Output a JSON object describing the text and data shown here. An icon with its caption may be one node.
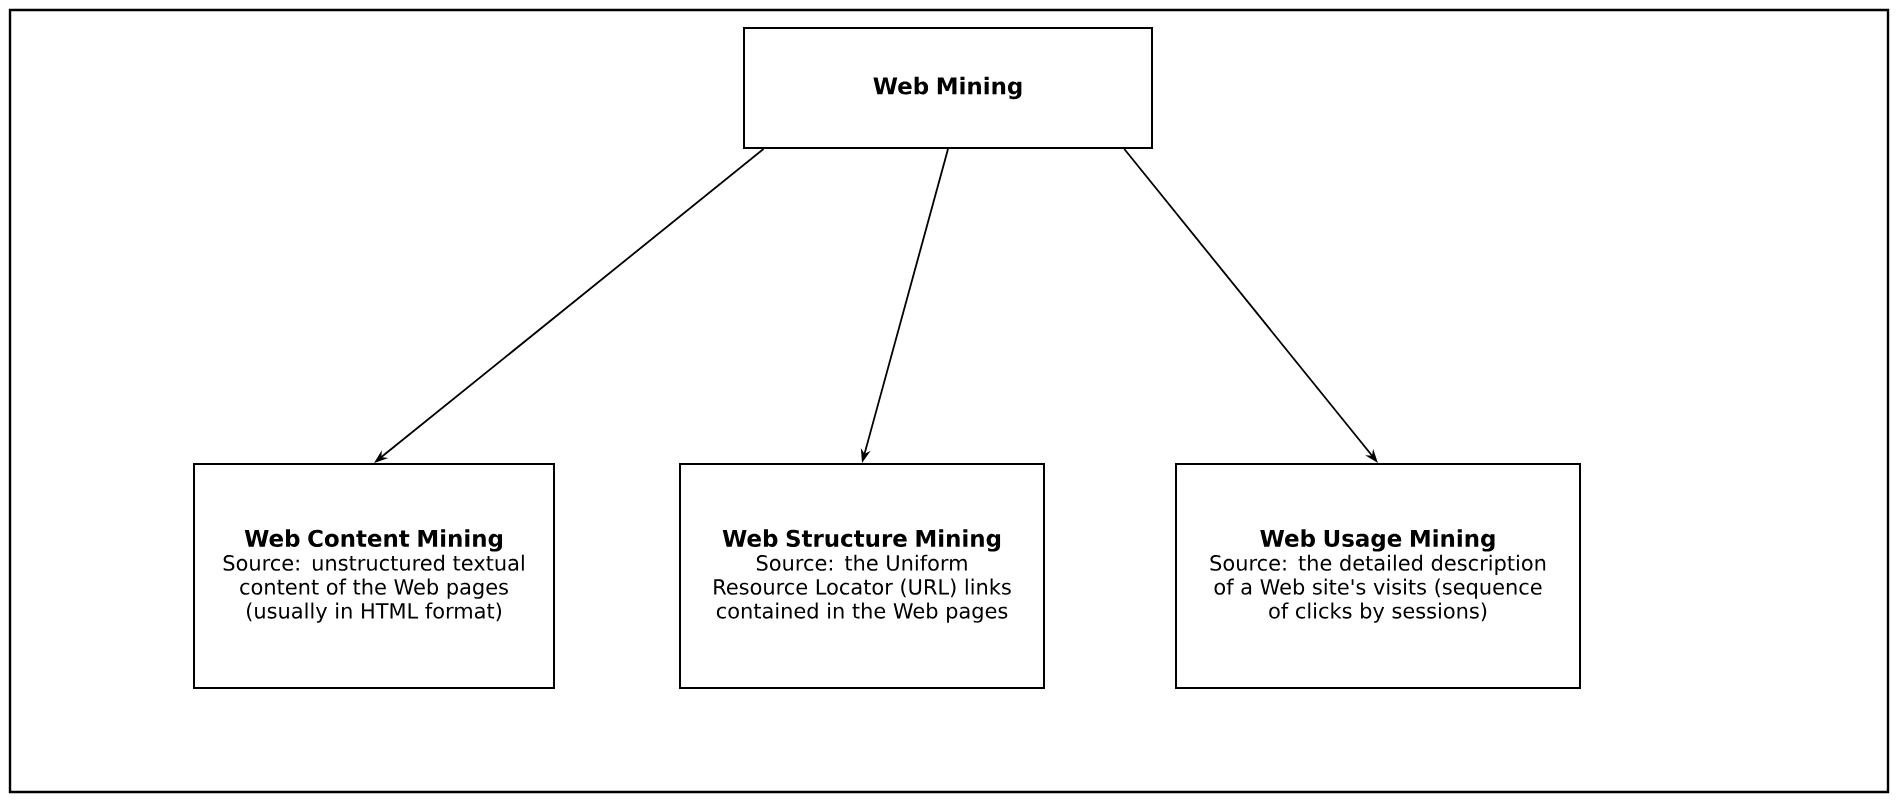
{
  "diagram": {
    "nodes": [
      {
        "text": [
          "Web Mining"
        ]
      },
      {
        "text": [
          "Web Content Mining",
          "Source: unstructured textual content of the Web pages (usually in HTML format)"
        ]
      },
      {
        "text": [
          "Web Structure Mining",
          "Source: the Uniform Resource Locator (URL) links contained in the Web pages"
        ]
      },
      {
        "text": [
          "Web Usage Mining",
          "Source: the detailed description of a Web site's visits (sequence of clicks by sessions)"
        ]
      }
    ],
    "edges": [
      {
        "from": 0,
        "to": 1,
        "arrow": "to"
      },
      {
        "from": 0,
        "to": 2,
        "arrow": "to"
      },
      {
        "from": 0,
        "to": 3,
        "arrow": "to"
      }
    ]
  }
}
